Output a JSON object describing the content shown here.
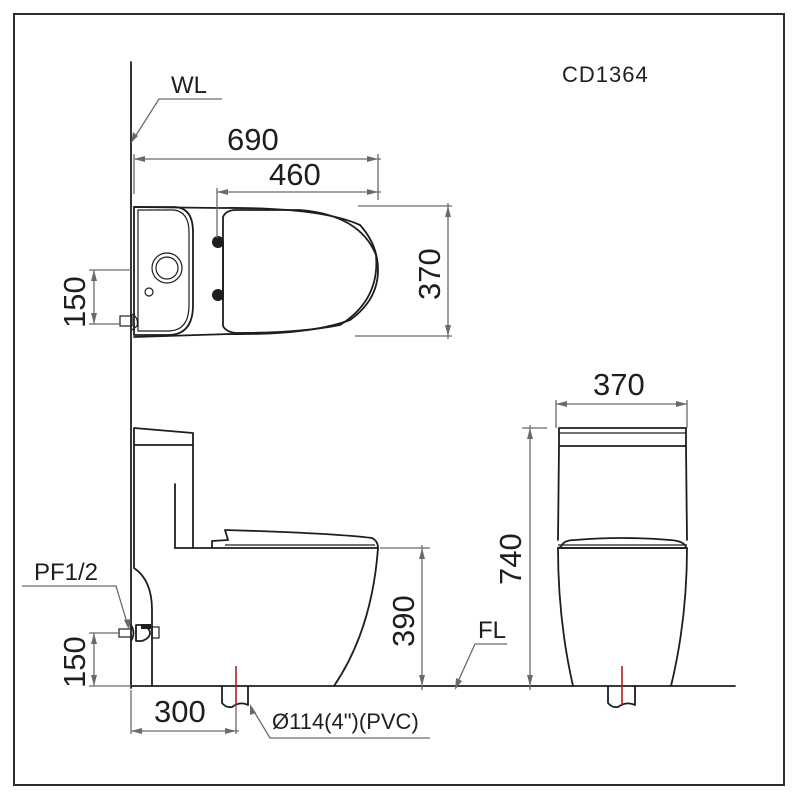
{
  "model": "CD1364",
  "labels": {
    "wall_line": "WL",
    "floor_line": "FL",
    "water_inlet": "PF1/2",
    "drain_pipe": "Ø114(4\")(PVC)"
  },
  "top_view": {
    "overall_length": "690",
    "seat_length": "460",
    "width": "370",
    "inlet_offset": "150"
  },
  "side_view": {
    "seat_height": "390",
    "inlet_height": "150",
    "rough_in": "300"
  },
  "front_view": {
    "width": "370",
    "total_height": "740"
  },
  "colors": {
    "line": "#1c1f22",
    "dimension": "#6a6a6a",
    "drain_axis": "#b01e1e",
    "frame": "#2a2e30"
  }
}
